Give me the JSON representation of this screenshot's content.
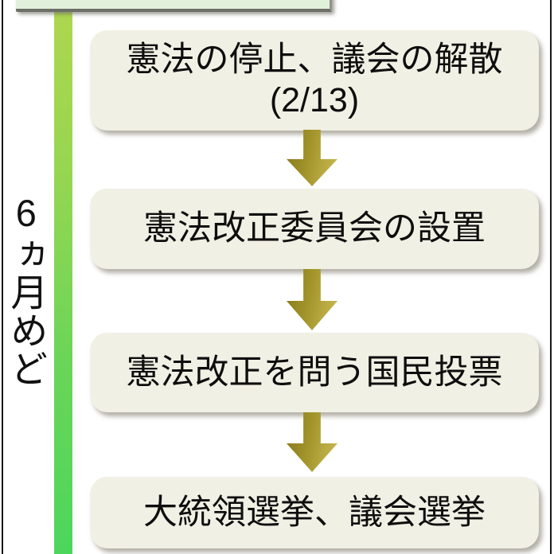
{
  "diagram": {
    "type": "flowchart",
    "timeline_label": "6ヵ月めど",
    "steps": [
      {
        "label": "憲法の停止、議会の解散",
        "sublabel": "(2/13)"
      },
      {
        "label": "憲法改正委員会の設置"
      },
      {
        "label": "憲法改正を問う国民投票"
      },
      {
        "label": "大統領選挙、議会選挙"
      }
    ],
    "arrows": [
      {
        "direction": "down"
      },
      {
        "direction": "down"
      },
      {
        "direction": "down"
      }
    ],
    "colors": {
      "box_fill": "#f1f0e4",
      "arrow_olive": "#a3952c",
      "timeline_bar_top": "#aed64f",
      "timeline_bar_bottom": "#4cd65c",
      "header_box_fill": "#e1f0db",
      "frame_line": "#161616",
      "text": "#0e0e0e"
    }
  }
}
